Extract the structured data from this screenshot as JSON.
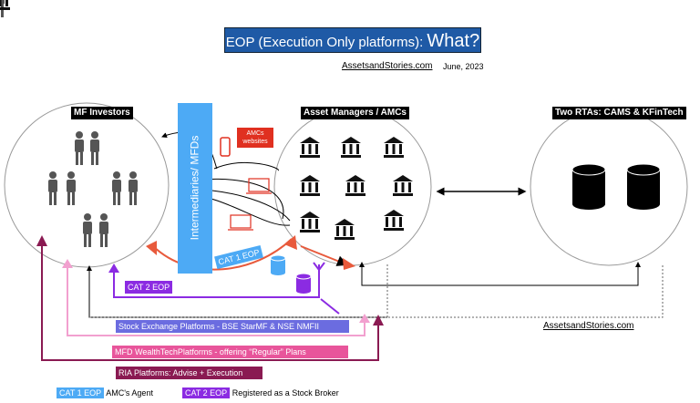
{
  "header": {
    "title_main": "EOP (Execution Only platforms): ",
    "title_emph": "What?",
    "site": "AssetsandStories.com",
    "date": "June, 2023"
  },
  "nodes": {
    "investors": "MF Investors",
    "amcs": "Asset Managers / AMCs",
    "rtas": "Two RTAs: CAMS & KFinTech",
    "intermediaries": "Intermediaries/ MFDs",
    "websites": "AMCs websites"
  },
  "tags": {
    "cat1": "CAT 1 EOP",
    "cat2": "CAT 2 EOP"
  },
  "platforms": {
    "exchange": "Stock Exchange Platforms - BSE StarMF & NSE NMFII",
    "wealthtech": "MFD WealthTechPlatforms - offering “Regular” Plans",
    "ria": "RIA Platforms: Advise + Execution"
  },
  "footer_link": "AssetsandStories.com",
  "legend": [
    {
      "tag": "CAT 1 EOP",
      "desc": "AMC's Agent",
      "color": "#4daaf5"
    },
    {
      "tag": "CAT 2 EOP",
      "desc": "Registered as a Stock Broker",
      "color": "#8b2be2"
    }
  ],
  "colors": {
    "title": "#1f5aa6",
    "cat1": "#4daaf5",
    "cat2": "#8b2be2",
    "exchange": "#6b6ce0",
    "wealthtech": "#e8559b",
    "ria": "#8a1a52",
    "web": "#e03020"
  }
}
